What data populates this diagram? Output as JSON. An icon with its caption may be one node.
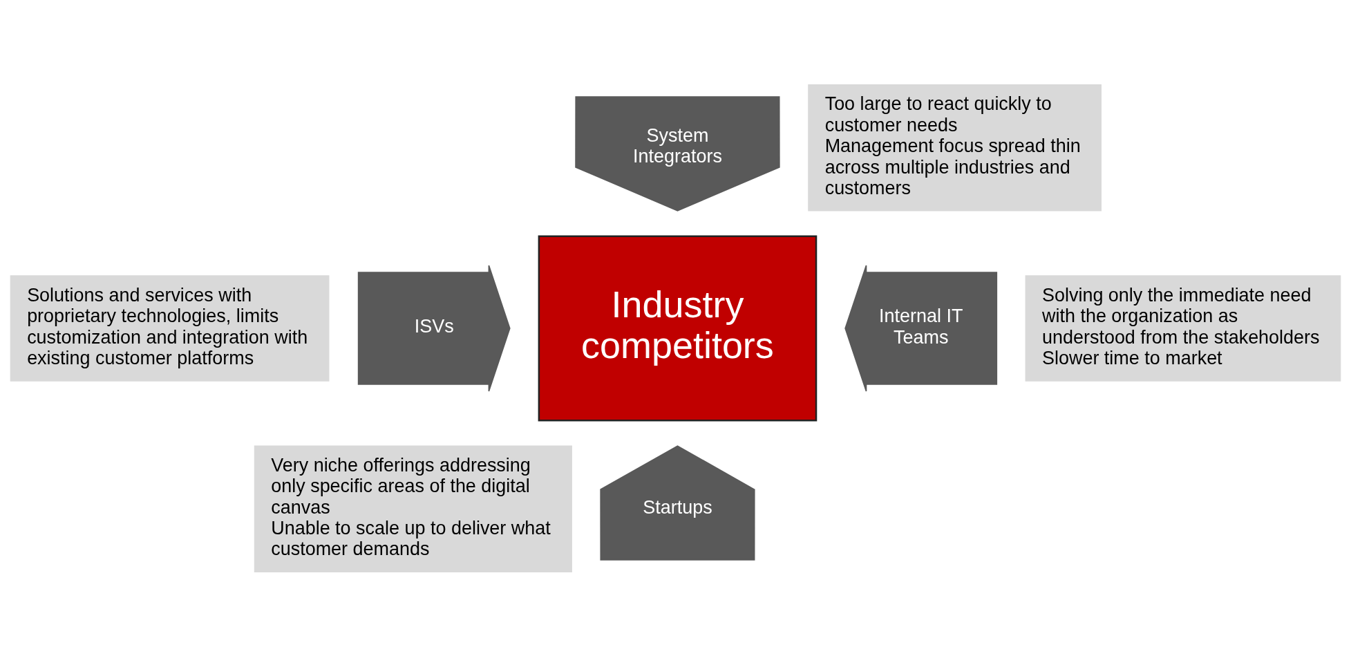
{
  "diagram": {
    "nodes": [
      {
        "text": [
          "System Integrators"
        ]
      },
      {
        "text": [
          "Too large to react quickly to customer needs",
          "Management focus spread thin across multiple industries and customers"
        ]
      },
      {
        "text": [
          "Solutions and services with proprietary technologies, limits customization and integration with existing customer platforms"
        ]
      },
      {
        "text": [
          "ISVs"
        ]
      },
      {
        "text": [
          "Industry competitors"
        ]
      },
      {
        "text": [
          "Internal IT Teams"
        ]
      },
      {
        "text": [
          "Solving only the immediate need with the organization as understood from the stakeholders",
          "Slower time to market"
        ]
      },
      {
        "text": [
          "Very niche offerings addressing only specific areas of the digital canvas",
          "Unable to scale up to deliver what customer demands"
        ]
      },
      {
        "text": [
          "Startups"
        ]
      }
    ]
  }
}
